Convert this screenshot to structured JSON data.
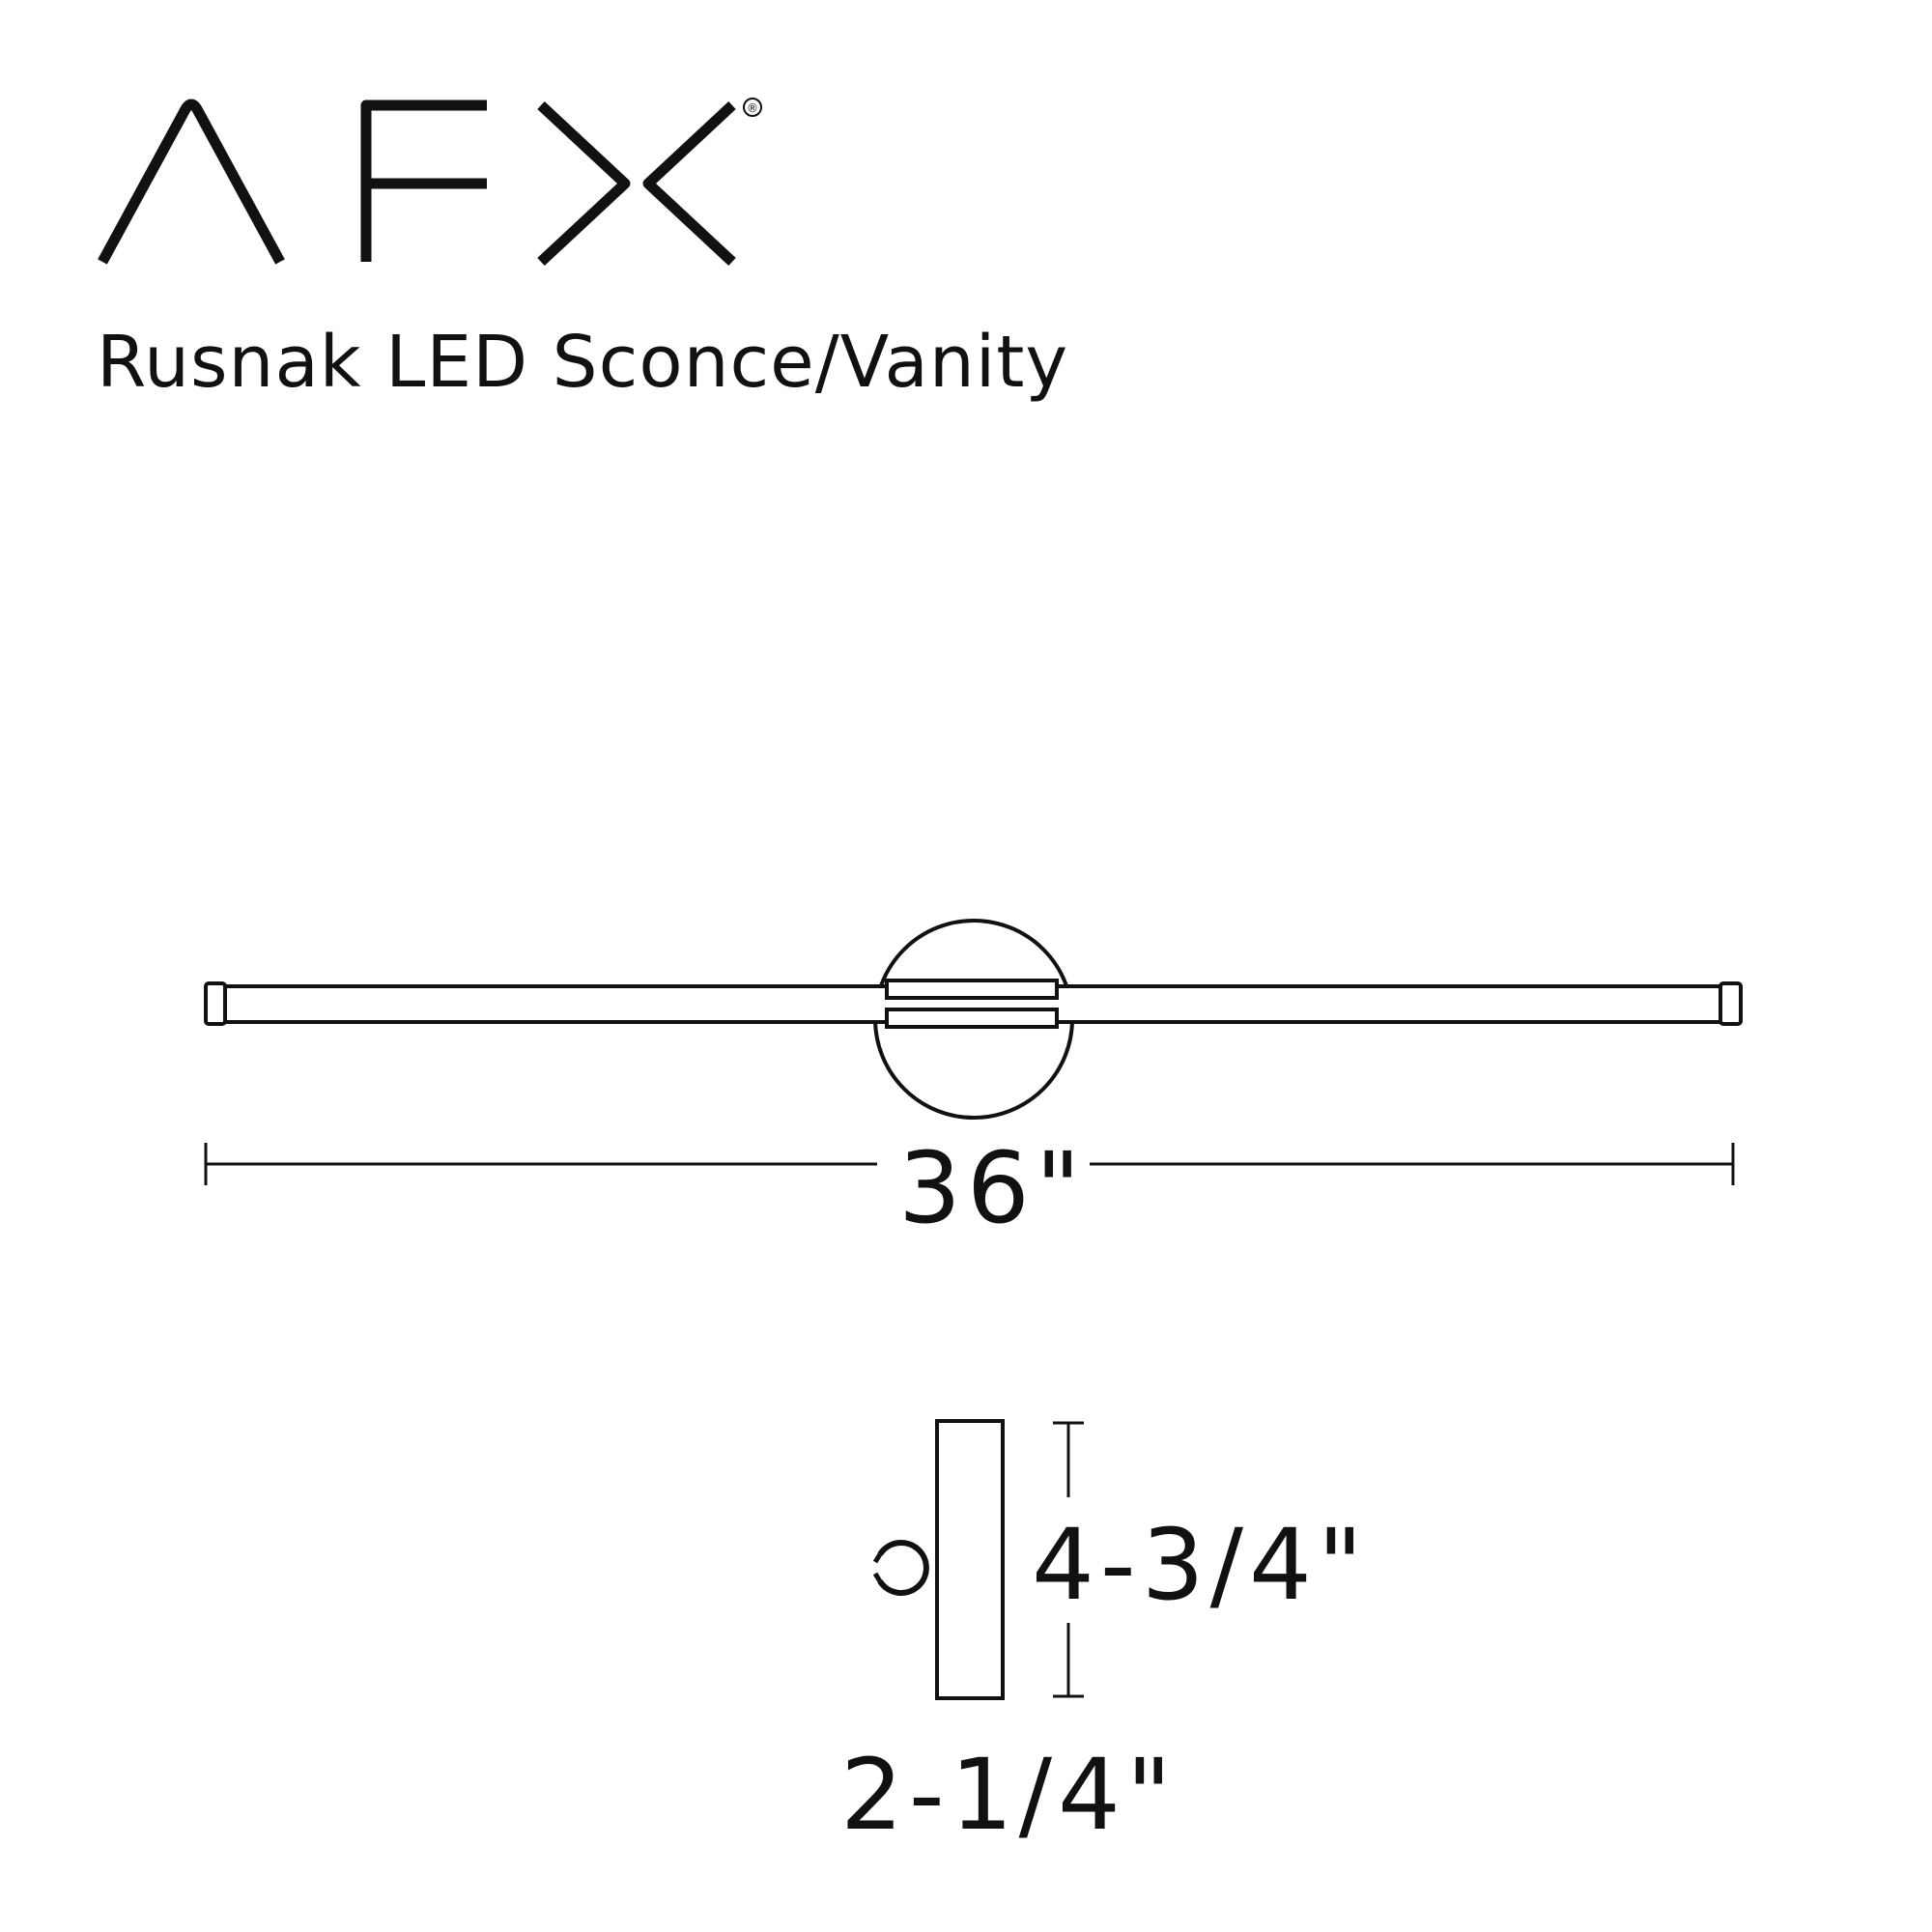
{
  "brand": {
    "wordmark": "AFX",
    "trademark": "®",
    "color": "#111111"
  },
  "product": {
    "title": "Rusnak LED Sconce/Vanity"
  },
  "dimensions": {
    "width": "36\"",
    "height": "4-3/4\"",
    "depth": "2-1/4\""
  },
  "icons": {
    "logo": "afx-logo-icon",
    "front_view": "sconce-front-view-icon",
    "side_view": "sconce-side-view-icon"
  }
}
